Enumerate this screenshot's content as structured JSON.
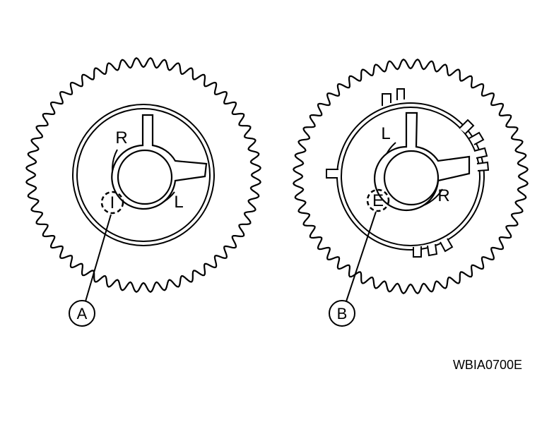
{
  "sprockets": [
    {
      "id": "A",
      "callout": "A",
      "mark": "I",
      "rotation_labels": {
        "top": "R",
        "bottom": "L"
      }
    },
    {
      "id": "B",
      "callout": "B",
      "mark": "E",
      "rotation_labels": {
        "top": "L",
        "bottom": "R"
      }
    }
  ],
  "figure_code": "WBIA0700E",
  "colors": {
    "line": "#000000",
    "background": "#ffffff"
  }
}
